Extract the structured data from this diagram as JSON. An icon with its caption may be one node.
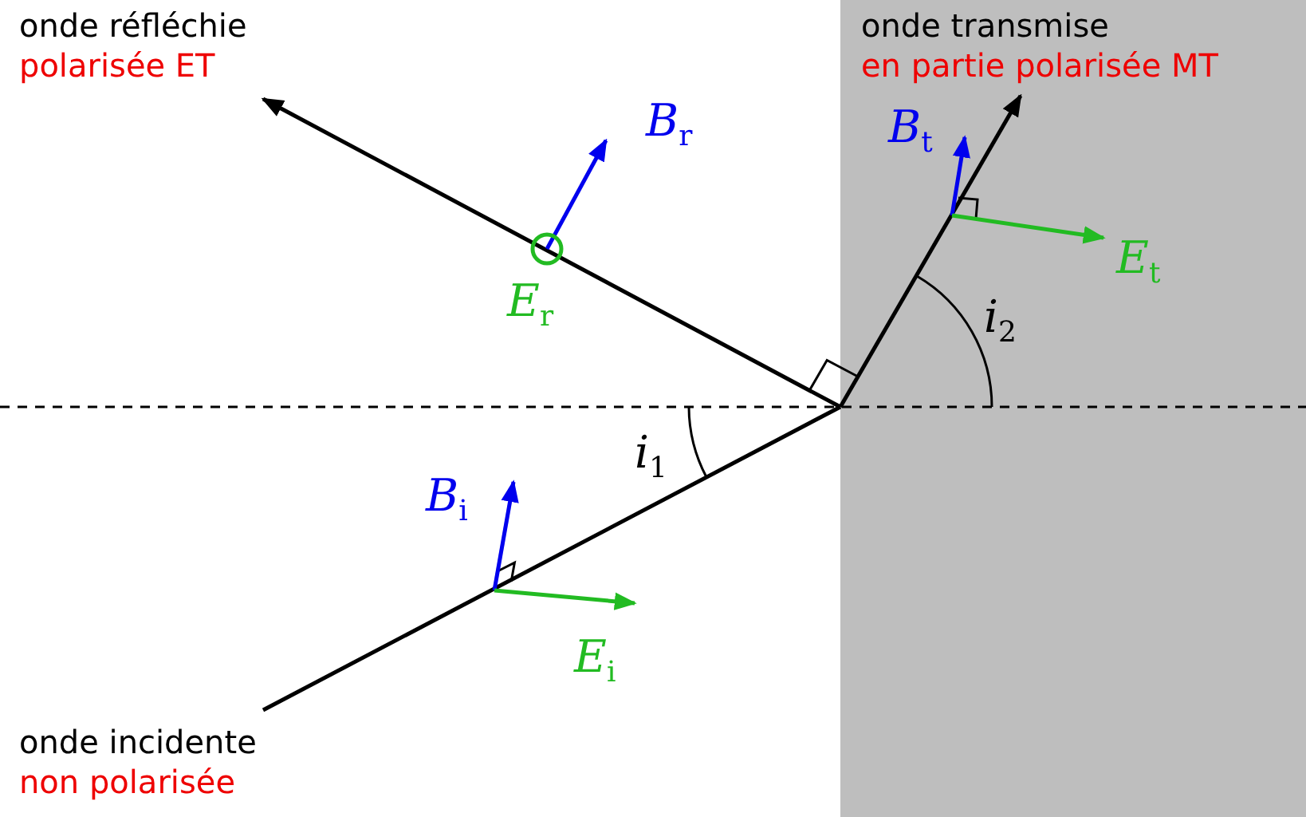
{
  "diagram": {
    "labels": [
      "onde réfléchie",
      "onde transmise",
      "polarisée ET",
      "en partie polarisée MT",
      "*B*$_{r}$",
      "*B*$_{t}$",
      "*E*$_{t}$",
      "*E*$_{r}$",
      "*i*$_{2}$",
      "*i*$_{1}$",
      "*B*$_{i}$",
      "*E*$_{i}$",
      "onde incidente",
      "non polarisée"
    ]
  }
}
